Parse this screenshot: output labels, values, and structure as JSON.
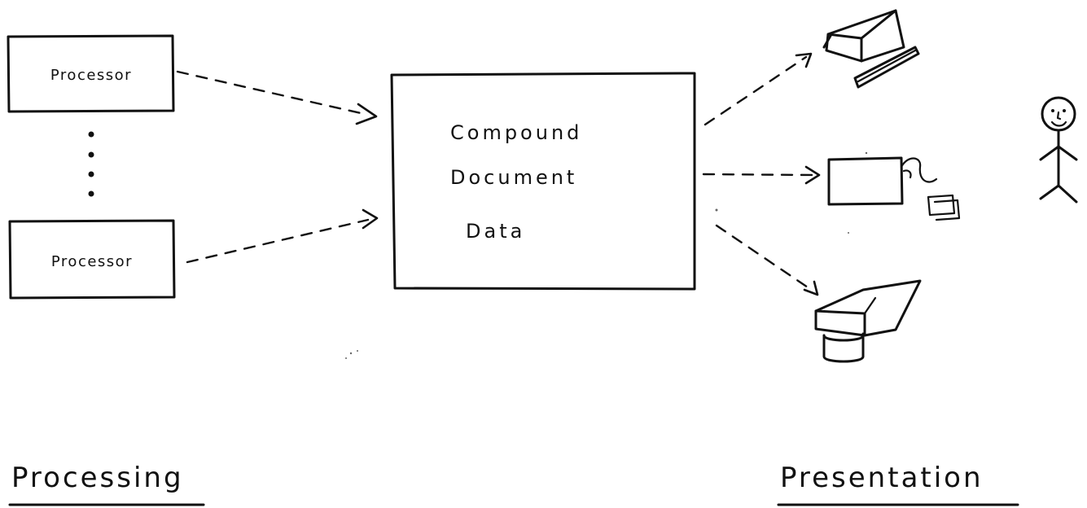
{
  "processors": [
    {
      "label": "Processor"
    },
    {
      "label": "Processor"
    }
  ],
  "document": {
    "lines": [
      "Compound",
      "Document",
      "Data"
    ]
  },
  "sections": {
    "processing": "Processing",
    "presentation": "Presentation"
  },
  "devices": [
    {
      "icon": "computer-terminal-icon"
    },
    {
      "icon": "printer-icon"
    },
    {
      "icon": "projector-icon"
    }
  ],
  "viewer": {
    "icon": "stick-figure-person-icon"
  }
}
